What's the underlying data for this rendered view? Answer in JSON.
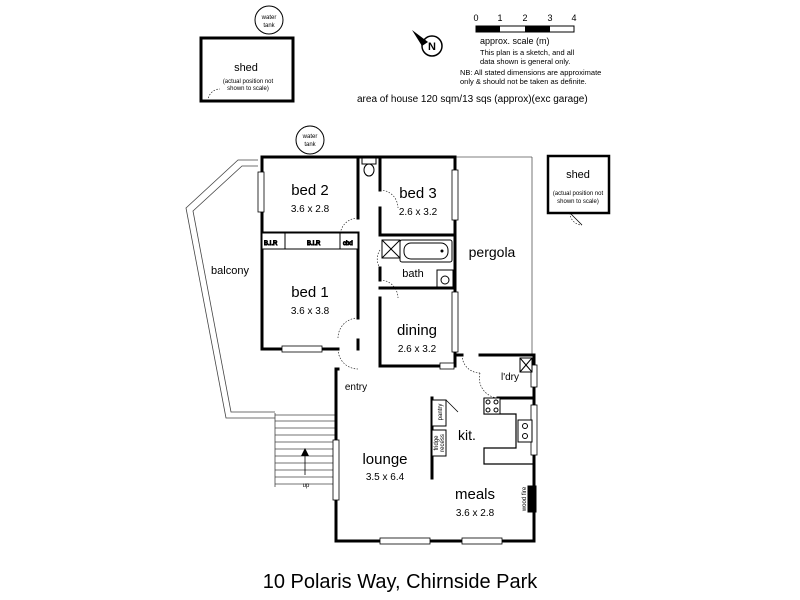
{
  "address": "10 Polaris Way, Chirnside Park",
  "area_note": "area of house 120 sqm/13 sqs (approx)(exc garage)",
  "scale": {
    "ticks": [
      "0",
      "1",
      "2",
      "3",
      "4"
    ],
    "label": "approx. scale (m)"
  },
  "compass_label": "N",
  "disclaimer": {
    "line1": "This plan is a sketch, and all",
    "line2": "data shown is general only.",
    "line3": "NB: All stated dimensions are approximate",
    "line4": "only & should not be taken as definite."
  },
  "water_tank": {
    "line1": "water",
    "line2": "tank"
  },
  "shed": {
    "label": "shed",
    "note_line1": "(actual position not",
    "note_line2": "shown to scale)"
  },
  "rooms": {
    "bed2": {
      "name": "bed 2",
      "dims": "3.6 x 2.8"
    },
    "bed3": {
      "name": "bed 3",
      "dims": "2.6 x 3.2"
    },
    "bed1": {
      "name": "bed 1",
      "dims": "3.6 x 3.8"
    },
    "dining": {
      "name": "dining",
      "dims": "2.6 x 3.2"
    },
    "lounge": {
      "name": "lounge",
      "dims": "3.5 x 6.4"
    },
    "meals": {
      "name": "meals",
      "dims": "3.6 x 2.8"
    }
  },
  "labels": {
    "pergola": "pergola",
    "balcony": "balcony",
    "bath": "bath",
    "entry": "entry",
    "laundry": "l'dry",
    "kitchen": "kit.",
    "bir": "B.I.R",
    "cbd": "cbd",
    "pantry": "pantry",
    "fridge": "fridge",
    "fridge2": "recess",
    "woodfire": "wood fire",
    "up": "up"
  }
}
